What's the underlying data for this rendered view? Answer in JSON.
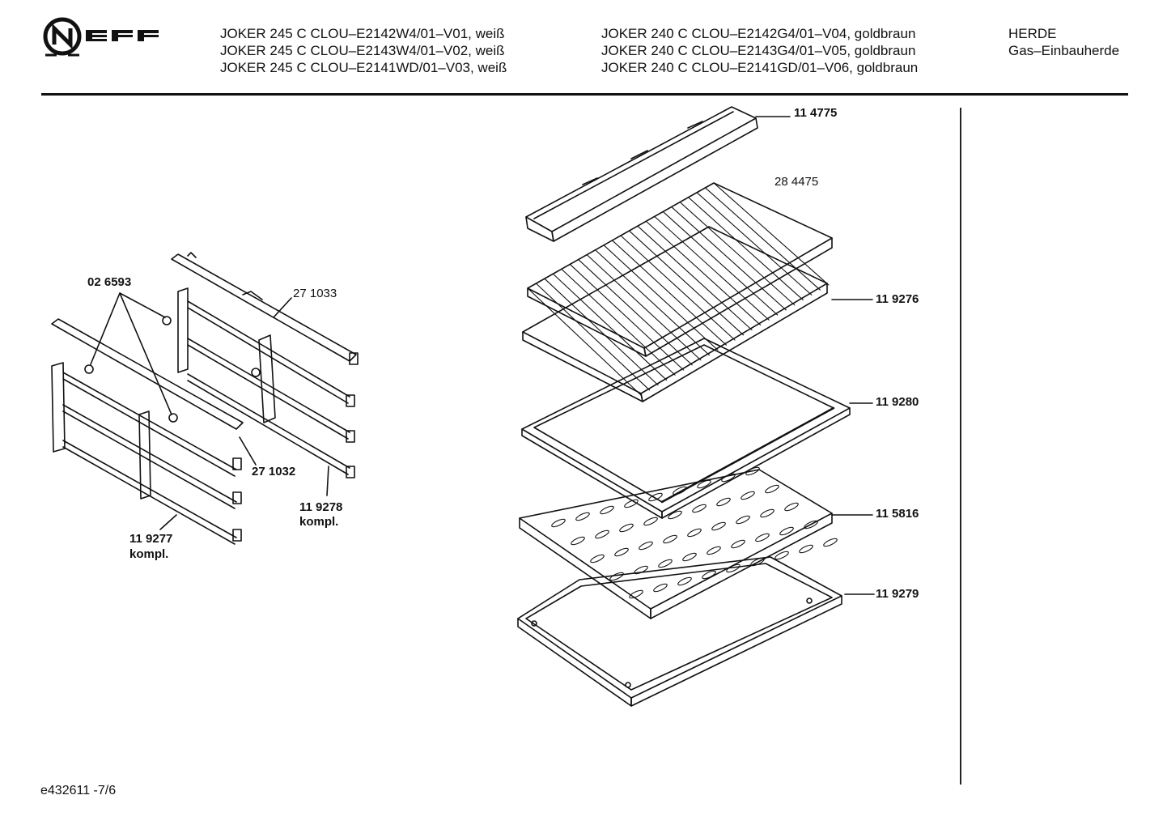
{
  "header": {
    "models_col1": [
      "JOKER 245 C CLOU–E2142W4/01–V01, weiß",
      "JOKER 245 C CLOU–E2143W4/01–V02, weiß",
      "JOKER 245 C CLOU–E2141WD/01–V03, weiß"
    ],
    "models_col2": [
      "JOKER 240 C CLOU–E2142G4/01–V04, goldbraun",
      "JOKER 240 C CLOU–E2143G4/01–V05, goldbraun",
      "JOKER 240 C CLOU–E2141GD/01–V06, goldbraun"
    ],
    "category": "HERDE",
    "subcategory": "Gas–Einbauherde"
  },
  "parts": {
    "p114775": "11 4775",
    "p284475": "28 4475",
    "p119276": "11 9276",
    "p119280": "11 9280",
    "p115816": "11 5816",
    "p119279": "11 9279",
    "p026593": "02 6593",
    "p271033": "27 1033",
    "p271032": "27 1032",
    "p119278": "11 9278",
    "p119278_note": "kompl.",
    "p119277": "11 9277",
    "p119277_note": "kompl."
  },
  "footer": {
    "doc_id": "e432611 -7/6"
  },
  "colors": {
    "ink": "#111111",
    "paper": "#ffffff"
  },
  "icons": {
    "logo": "neff-logo"
  }
}
